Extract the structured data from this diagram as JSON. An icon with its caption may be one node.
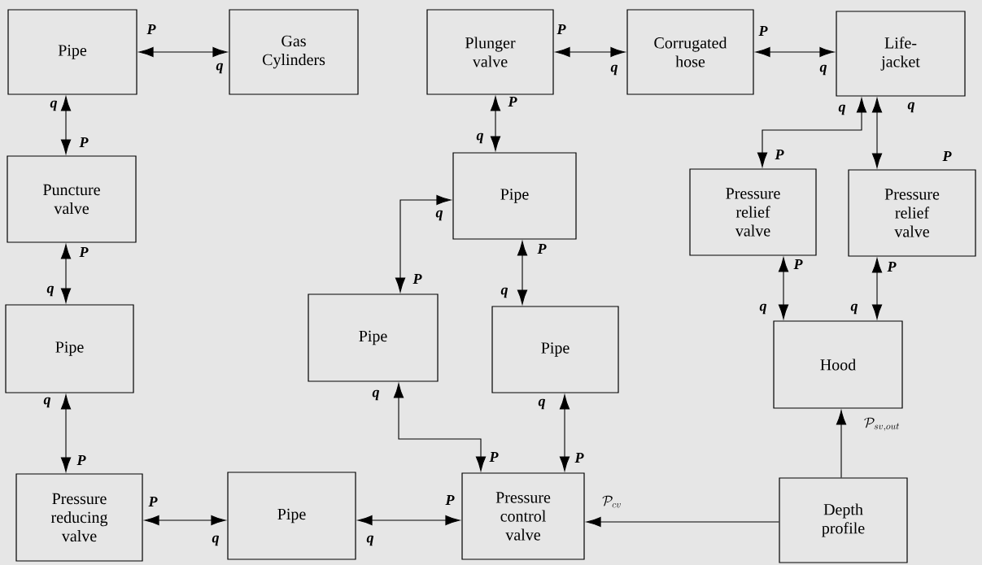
{
  "diagram": {
    "nodes": [
      {
        "text": [
          "Pipe"
        ]
      },
      {
        "text": [
          "Gas Cylinders"
        ]
      },
      {
        "text": [
          "Plunger valve"
        ]
      },
      {
        "text": [
          "Corrugated hose"
        ]
      },
      {
        "text": [
          "Life-jacket"
        ]
      },
      {
        "text": [
          "Puncture valve"
        ]
      },
      {
        "text": [
          "Pipe"
        ]
      },
      {
        "text": [
          "Pressure relief valve"
        ]
      },
      {
        "text": [
          "Pressure relief valve"
        ]
      },
      {
        "text": [
          "Pipe"
        ]
      },
      {
        "text": [
          "Pipe"
        ]
      },
      {
        "text": [
          "Pipe"
        ]
      },
      {
        "text": [
          "Hood"
        ]
      },
      {
        "text": [
          "Pressure reducing valve"
        ]
      },
      {
        "text": [
          "Pipe"
        ]
      },
      {
        "text": [
          "Pressure control valve"
        ]
      },
      {
        "text": [
          "Depth profile"
        ]
      }
    ],
    "edges": [
      {
        "from": 0,
        "to": 1,
        "arrow": "both"
      },
      {
        "from": 2,
        "to": 3,
        "arrow": "both"
      },
      {
        "from": 3,
        "to": 4,
        "arrow": "both"
      },
      {
        "from": 0,
        "to": 5,
        "arrow": "both"
      },
      {
        "from": 2,
        "to": 6,
        "arrow": "both"
      },
      {
        "from": 4,
        "to": 7,
        "arrow": "both"
      },
      {
        "from": 4,
        "to": 8,
        "arrow": "both"
      },
      {
        "from": 5,
        "to": 9,
        "arrow": "both"
      },
      {
        "from": 6,
        "to": 10,
        "arrow": "both"
      },
      {
        "from": 6,
        "to": 11,
        "arrow": "both"
      },
      {
        "from": 7,
        "to": 12,
        "arrow": "both"
      },
      {
        "from": 8,
        "to": 12,
        "arrow": "both"
      },
      {
        "from": 9,
        "to": 13,
        "arrow": "both"
      },
      {
        "from": 10,
        "to": 15,
        "arrow": "both"
      },
      {
        "from": 11,
        "to": 15,
        "arrow": "both"
      },
      {
        "from": 13,
        "to": 14,
        "arrow": "both"
      },
      {
        "from": 14,
        "to": 15,
        "arrow": "both"
      },
      {
        "from": 16,
        "to": 15,
        "arrow": "to",
        "label": "\\mathcal{P}_{cv}"
      },
      {
        "from": 16,
        "to": 12,
        "arrow": "to",
        "label": "\\mathcal{P}_{sv,out}"
      }
    ],
    "labels": [
      "P",
      "q",
      "P",
      "q",
      "P",
      "q",
      "q",
      "P",
      "P",
      "q",
      "q",
      "P",
      "q",
      "P",
      "P",
      "q",
      "q",
      "P",
      "P",
      "q",
      "P",
      "q",
      "P",
      "q",
      "q",
      "P",
      "q",
      "P",
      "q",
      "P",
      "P",
      "q",
      "P",
      "q"
    ]
  }
}
